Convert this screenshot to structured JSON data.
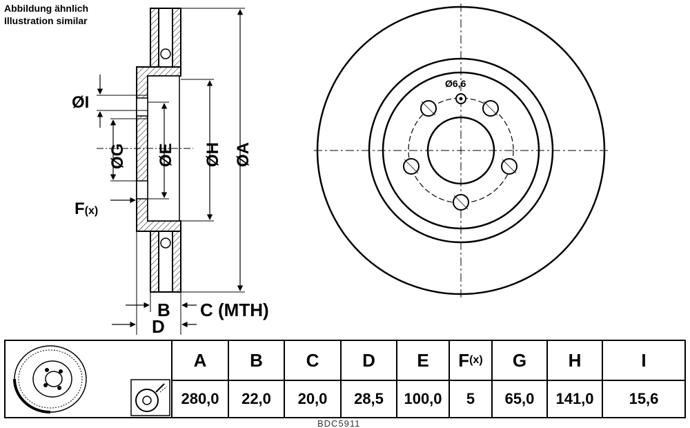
{
  "captions": {
    "line1": "Abbildung ähnlich",
    "line2": "Illustration similar"
  },
  "dim_labels": {
    "I": "ØI",
    "G": "ØG",
    "E": "ØE",
    "H": "ØH",
    "A": "ØA",
    "F": "F",
    "F_sub": "(x)",
    "B": "B",
    "C": "C (MTH)",
    "D": "D",
    "bolt_hole": "Ø6,6"
  },
  "table": {
    "headers": [
      "A",
      "B",
      "C",
      "D",
      "E",
      "F",
      "G",
      "H",
      "I"
    ],
    "header_F_sub": "(x)",
    "values": [
      "280,0",
      "22,0",
      "20,0",
      "28,5",
      "100,0",
      "5",
      "65,0",
      "141,0",
      "15,6"
    ]
  },
  "part_number": "BDC5911"
}
